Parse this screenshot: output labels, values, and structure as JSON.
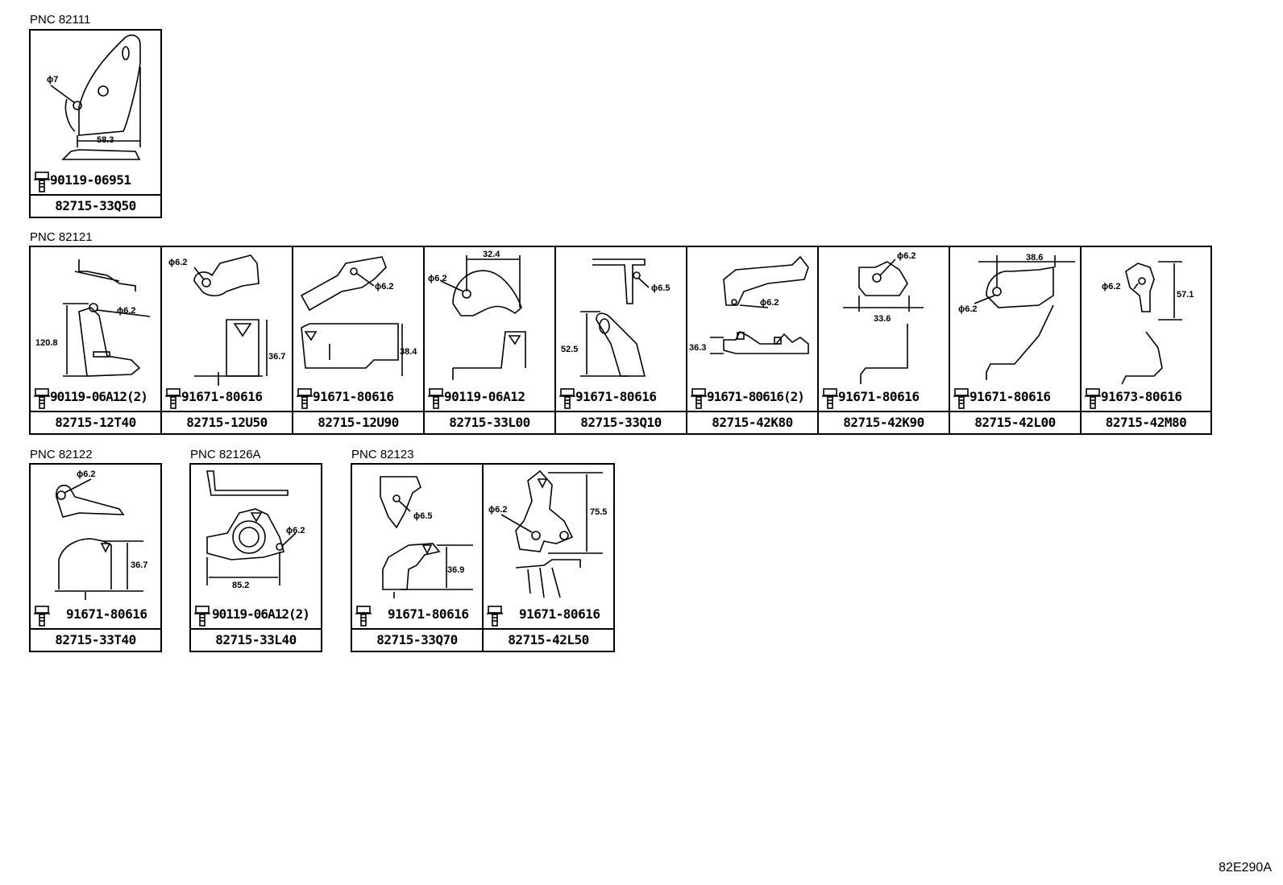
{
  "groups": {
    "g82111": {
      "label": "PNC 82111"
    },
    "g82121": {
      "label": "PNC 82121"
    },
    "g82122": {
      "label": "PNC 82122"
    },
    "g82126A": {
      "label": "PNC 82126A"
    },
    "g82123": {
      "label": "PNC 82123"
    }
  },
  "cells": {
    "c1": {
      "bolt": "90119-06951",
      "part": "82715-33Q50",
      "dims": [
        "ϕ7",
        "58.3"
      ]
    },
    "c2": {
      "bolt": "90119-06A12(2)",
      "part": "82715-12T40",
      "dims": [
        "120.8",
        "ϕ6.2"
      ]
    },
    "c3": {
      "bolt": "91671-80616",
      "part": "82715-12U50",
      "dims": [
        "ϕ6.2",
        "36.7"
      ]
    },
    "c4": {
      "bolt": "91671-80616",
      "part": "82715-12U90",
      "dims": [
        "ϕ6.2",
        "38.4"
      ]
    },
    "c5": {
      "bolt": "90119-06A12",
      "part": "82715-33L00",
      "dims": [
        "32.4",
        "ϕ6.2"
      ]
    },
    "c6": {
      "bolt": "91671-80616",
      "part": "82715-33Q10",
      "dims": [
        "ϕ6.5",
        "52.5"
      ]
    },
    "c7": {
      "bolt": "91671-80616(2)",
      "part": "82715-42K80",
      "dims": [
        "ϕ6.2",
        "36.3"
      ]
    },
    "c8": {
      "bolt": "91671-80616",
      "part": "82715-42K90",
      "dims": [
        "ϕ6.2",
        "33.6"
      ]
    },
    "c9": {
      "bolt": "91671-80616",
      "part": "82715-42L00",
      "dims": [
        "38.6",
        "ϕ6.2"
      ]
    },
    "c10": {
      "bolt": "91673-80616",
      "part": "82715-42M80",
      "dims": [
        "ϕ6.2",
        "57.1"
      ]
    },
    "c11": {
      "bolt": "91671-80616",
      "part": "82715-33T40",
      "dims": [
        "ϕ6.2",
        "36.7"
      ]
    },
    "c12": {
      "bolt": "90119-06A12(2)",
      "part": "82715-33L40",
      "dims": [
        "ϕ6.2",
        "85.2"
      ]
    },
    "c13": {
      "bolt": "91671-80616",
      "part": "82715-33Q70",
      "dims": [
        "ϕ6.5",
        "36.9"
      ]
    },
    "c14": {
      "bolt": "91671-80616",
      "part": "82715-42L50",
      "dims": [
        "ϕ6.2",
        "75.5"
      ]
    }
  },
  "footer": {
    "code": "82E290A"
  }
}
